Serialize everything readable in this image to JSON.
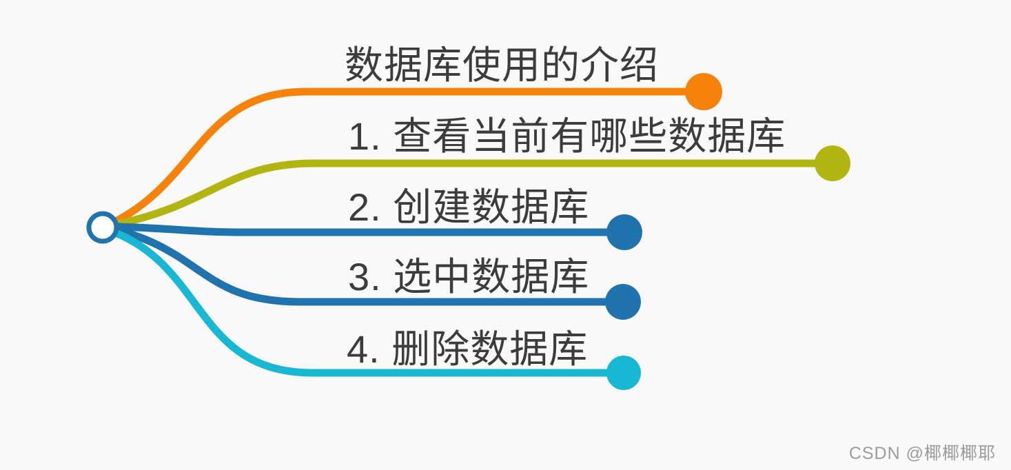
{
  "canvas": {
    "background": "#f9f9f9"
  },
  "mindmap": {
    "root": {
      "color": "#2173ae",
      "fill": "#ffffff"
    },
    "branches": [
      {
        "label": "数据库使用的介绍",
        "color": "#f6820c"
      },
      {
        "label": "1. 查看当前有哪些数据库",
        "color": "#b2b511"
      },
      {
        "label": "2. 创建数据库",
        "color": "#2173ae"
      },
      {
        "label": "3. 选中数据库",
        "color": "#2173ae"
      },
      {
        "label": "4. 删除数据库",
        "color": "#18b7d4"
      }
    ]
  },
  "watermark": {
    "text": "CSDN @椰椰椰耶",
    "color": "#9c9c9c"
  }
}
